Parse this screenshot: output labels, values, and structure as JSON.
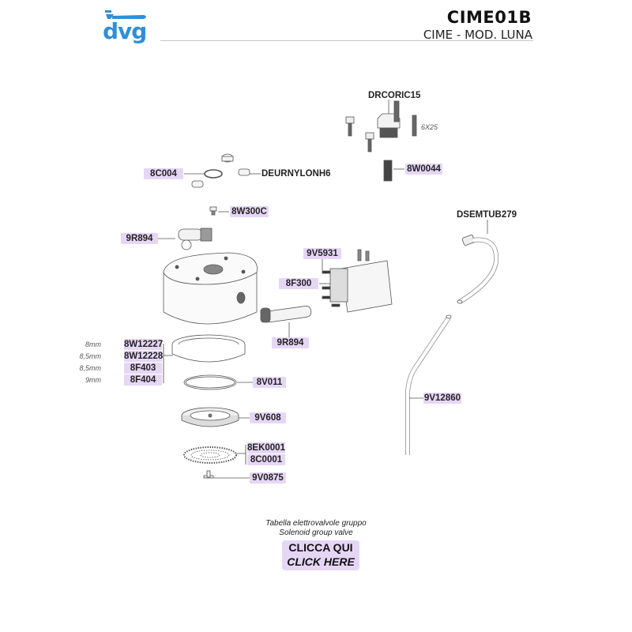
{
  "header": {
    "logo_text": "dvg",
    "brand_color": "#2f8fd8",
    "model_code": "CIME01B",
    "model_name": "CIME - MOD. LUNA"
  },
  "label_color": "#e6d6f5",
  "parts": {
    "drcoric15": "DRCORIC15",
    "screw_size": "6X25",
    "p8w0044": "8W0044",
    "p8c004": "8C004",
    "deurnylonh6": "DEURNYLONH6",
    "p8w300c": "8W300C",
    "p9r894_top": "9R894",
    "p9v5931": "9V5931",
    "p8f300": "8F300",
    "p9r894_bottom": "9R894",
    "dsemtub279": "DSEMTUB279",
    "gaskets": [
      {
        "size": "8mm",
        "code": "8W12227"
      },
      {
        "size": "8,5mm",
        "code": "8W12228"
      },
      {
        "size": "8,5mm",
        "code": "8F403"
      },
      {
        "size": "9mm",
        "code": "8F404"
      }
    ],
    "p8v011": "8V011",
    "p9v608": "9V608",
    "p9v12860": "9V12860",
    "p8ek0001": "8EK0001",
    "p8c0001": "8C0001",
    "p9v0875": "9V0875"
  },
  "footer": {
    "note_it": "Tabella elettrovalvole gruppo",
    "note_en": "Solenoid group valve",
    "cta_it": "CLICCA QUI",
    "cta_en": "CLICK HERE"
  }
}
